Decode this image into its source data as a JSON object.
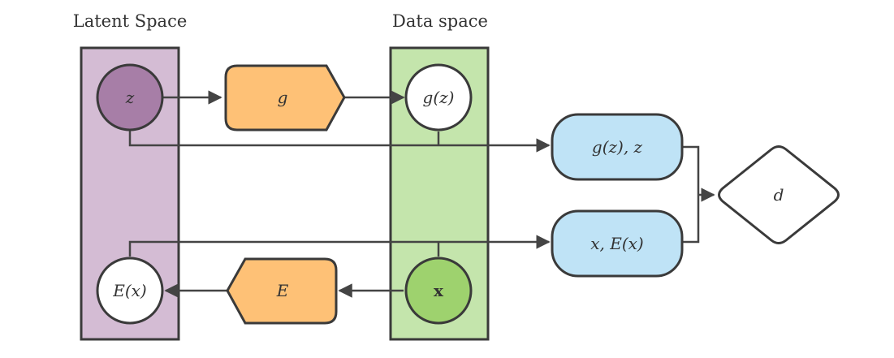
{
  "panels": {
    "latent": {
      "title": "Latent Space",
      "color": "#d4bcd4"
    },
    "data": {
      "title": "Data space",
      "color": "#c4e5ac"
    }
  },
  "nodes": {
    "z": {
      "label": "z",
      "color": "#a77ea7"
    },
    "g": {
      "label": "g",
      "color": "#fec176"
    },
    "gz": {
      "label": "g(z)",
      "color": "#ffffff"
    },
    "gz_pair": {
      "label": "g(z), z",
      "color": "#bfe3f6"
    },
    "d": {
      "label": "d",
      "color": "#ffffff"
    },
    "x_pair": {
      "label": "x, E(x)",
      "color": "#bfe3f6"
    },
    "ex": {
      "label": "E(x)",
      "color": "#ffffff"
    },
    "e": {
      "label": "E",
      "color": "#fec176"
    },
    "x": {
      "label": "x",
      "color": "#9ed26e"
    }
  }
}
